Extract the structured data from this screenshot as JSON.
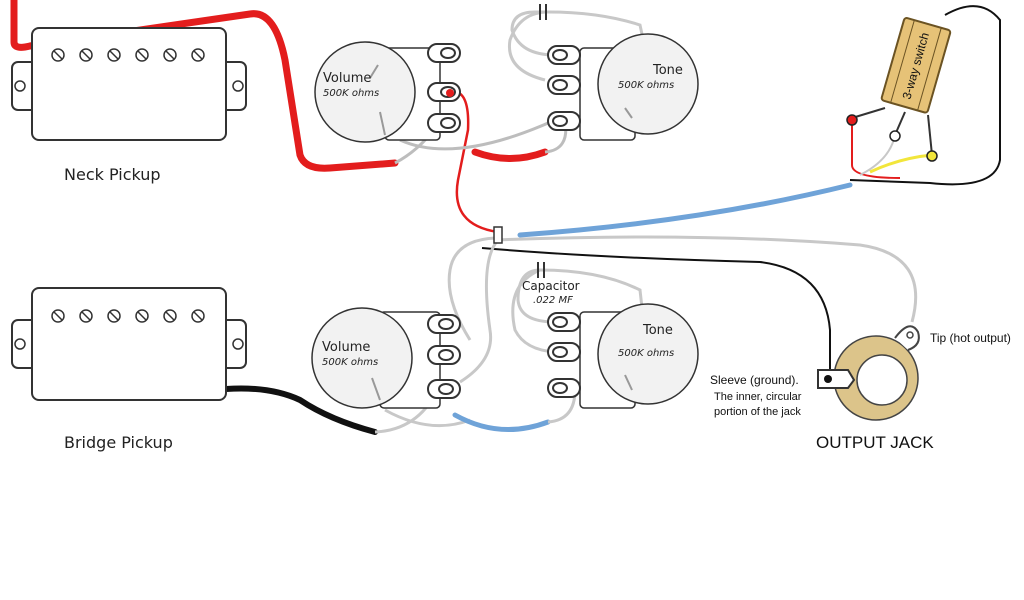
{
  "pickups": {
    "neck_label": "Neck Pickup",
    "bridge_label": "Bridge Pickup"
  },
  "neck_volume": {
    "name": "Volume",
    "value": "500K ohms"
  },
  "neck_tone": {
    "name": "Tone",
    "value": "500K ohms"
  },
  "bridge_volume": {
    "name": "Volume",
    "value": "500K ohms"
  },
  "bridge_tone": {
    "name": "Tone",
    "value": "500K ohms"
  },
  "capacitor": {
    "name": "Capacitor",
    "value": ".022 MF"
  },
  "switch": {
    "label": "3-way switch"
  },
  "jack": {
    "title": "OUTPUT JACK",
    "tip_label": "Tip (hot output)",
    "sleeve_line1": "Sleeve (ground).",
    "sleeve_line2": "The inner, circular",
    "sleeve_line3": "portion of the jack"
  },
  "colors": {
    "hot_red": "#e31d1d",
    "signal_blue": "#6fa3d8",
    "ground_black": "#111111",
    "wire_grey": "#c8c8c8",
    "switch_tan": "#e6c277",
    "jack_ring": "#dcc48a"
  }
}
